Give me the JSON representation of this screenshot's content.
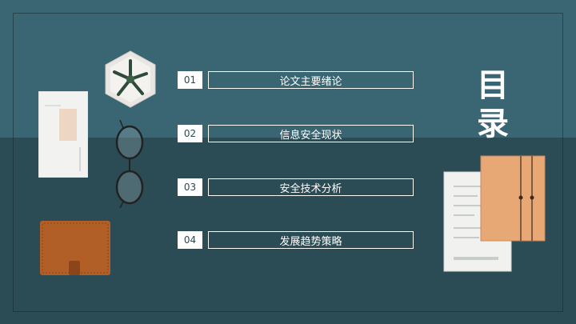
{
  "toc": {
    "title_line1": "目",
    "title_line2": "录",
    "items": [
      {
        "number": "01",
        "label": "论文主要绪论"
      },
      {
        "number": "02",
        "label": "信息安全现状"
      },
      {
        "number": "03",
        "label": "安全技术分析"
      },
      {
        "number": "04",
        "label": "发展趋势策略"
      }
    ]
  },
  "colors": {
    "background_top": "#3a6673",
    "background_bottom": "#2b4b55",
    "box_border": "#ffffff"
  },
  "decorations": [
    "succulent-plant-image",
    "eyeglasses-image",
    "paper-notebook-image",
    "leather-wallet-image",
    "notes-and-folder-image"
  ]
}
